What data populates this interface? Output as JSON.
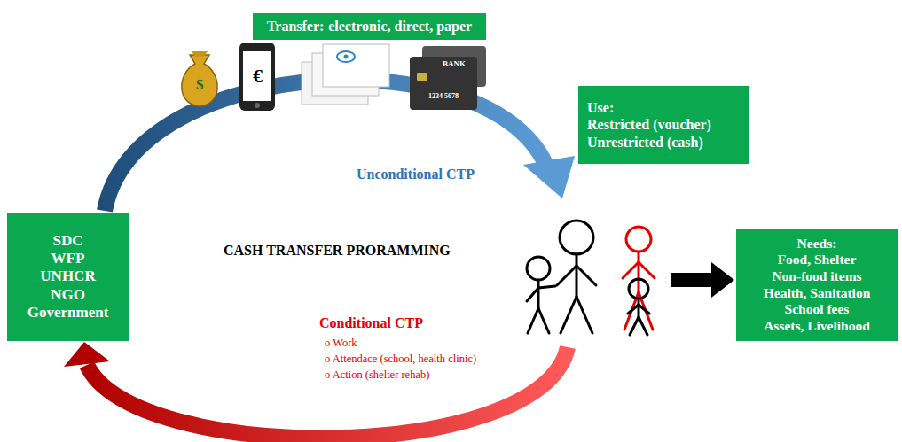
{
  "diagram": {
    "nodes": [
      {
        "text": [
          "Transfer:",
          "electronic, direct, paper"
        ]
      },
      {
        "text": [
          "Use:",
          "Restricted (voucher)",
          "Unrestricted (cash)"
        ]
      },
      {
        "text": [
          "SDC",
          "WFP",
          "UNHCR",
          "NGO",
          "Government"
        ]
      },
      {
        "text": [
          "Needs:",
          "Food, Shelter",
          "Non-food items",
          "Health, Sanitation",
          "School fees",
          "Assets, Livelihood"
        ]
      }
    ],
    "labels": [
      "$",
      "€",
      "BANK",
      "1234 5678",
      "Unconditional CTP",
      "CASH TRANSFER PRORAMMING",
      "Conditional CTP",
      "o Work",
      "o Attendace (school, health clinic)",
      "o Action (shelter rehab)"
    ]
  }
}
